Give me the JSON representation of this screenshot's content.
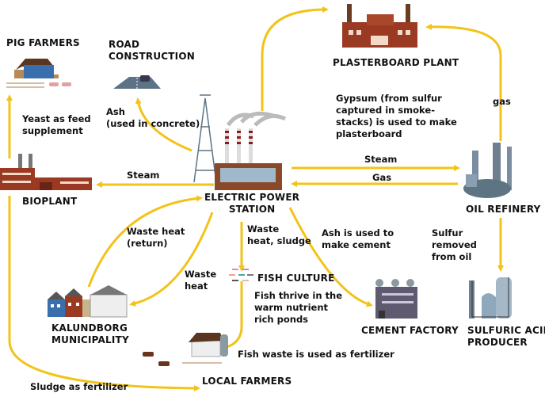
{
  "colors": {
    "arrow": "#f2c318",
    "brick": "#9b3a22",
    "roof": "#6a3d22",
    "steel": "#5d7483",
    "blue": "#3a6fae"
  },
  "nodes": {
    "pig_farmers": "PIG FARMERS",
    "road_construction": "ROAD\nCONSTRUCTION",
    "plasterboard_plant": "PLASTERBOARD PLANT",
    "bioplant": "BIOPLANT",
    "electric_power_station": "ELECTRIC POWER\nSTATION",
    "oil_refinery": "OIL REFINERY",
    "fish_culture": "FISH CULTURE",
    "kalundborg_municipality": "KALUNDBORG\nMUNICIPALITY",
    "cement_factory": "CEMENT FACTORY",
    "sulfuric_acid_producer": "SULFURIC ACID\nPRODUCER",
    "local_farmers": "LOCAL FARMERS"
  },
  "flows": {
    "yeast": "Yeast as feed\nsupplement",
    "ash_concrete": "Ash\n(used in concrete)",
    "gypsum": "Gypsum (from sulfur\ncaptured in smoke-\nstacks) is used to make\nplasterboard",
    "gas_to_plaster": "gas",
    "steam_bioplant": "Steam",
    "steam_refinery": "Steam",
    "gas_refinery": "Gas",
    "waste_heat_return": "Waste heat\n(return)",
    "waste_heat_sludge": "Waste\nheat, sludge",
    "ash_cement": "Ash is used to\nmake cement",
    "sulfur": "Sulfur\nremoved\nfrom oil",
    "waste_heat": "Waste\nheat",
    "fish_thrive": "Fish thrive in the\nwarm nutrient\nrich ponds",
    "fish_waste": "Fish waste is used as fertilizer",
    "sludge": "Sludge as fertilizer"
  }
}
